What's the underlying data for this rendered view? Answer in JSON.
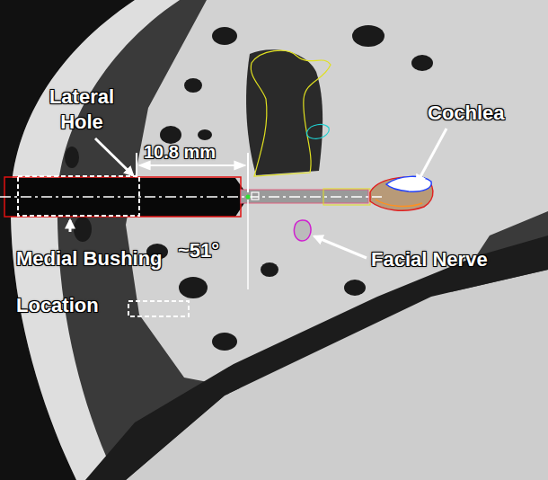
{
  "diagram": {
    "labels": [
      "Lateral Hole",
      "10.8 mm",
      "Cochlea",
      "~51°",
      "Facial Nerve"
    ],
    "legend": [
      {
        "text": "Medial Bushing Location"
      }
    ]
  }
}
